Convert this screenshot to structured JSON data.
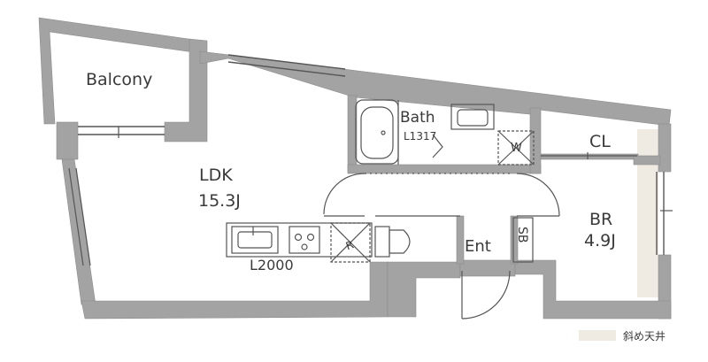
{
  "rooms": {
    "balcony": "Balcony",
    "ldk": "LDK",
    "ldk_size": "15.3J",
    "bath": "Bath",
    "bath_model": "L1317",
    "cl": "CL",
    "br": "BR",
    "br_size": "4.9J",
    "ent": "Ent",
    "sb": "SB"
  },
  "kitchen": {
    "label": "L2000"
  },
  "fixtures": {
    "refrigerator_mark": "R",
    "washer_mark": "W"
  },
  "legend": {
    "label": "斜め天井",
    "swatch_color": "#efebe2"
  },
  "colors": {
    "wall": "#a3a3a3",
    "wall_edge": "#8c8c8c",
    "line": "#555555",
    "sloped_ceiling": "#efebe2"
  }
}
